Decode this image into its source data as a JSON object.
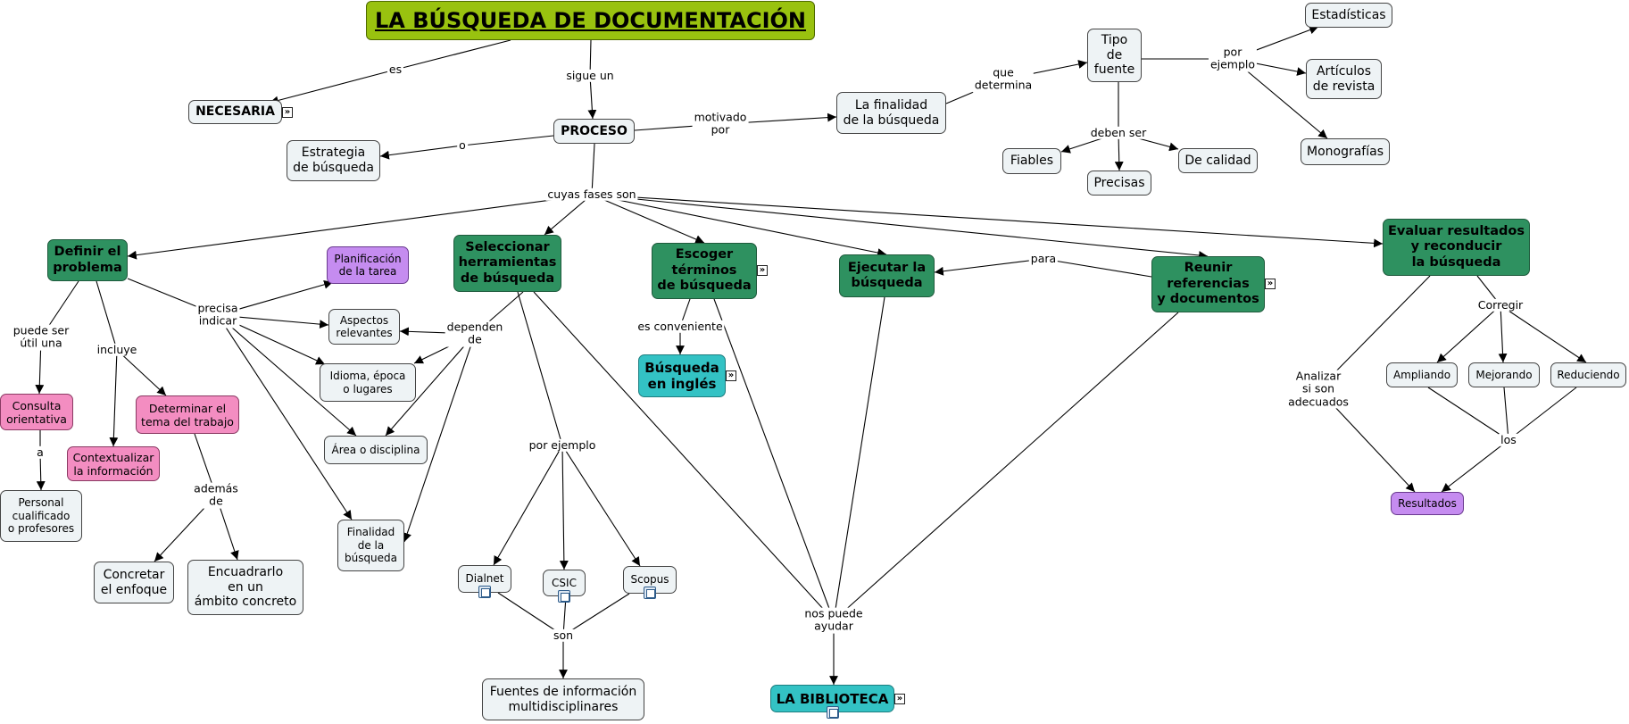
{
  "title": "LA BÚSQUEDA DE DOCUMENTACIÓN",
  "nodes": {
    "necesaria": "NECESARIA",
    "proceso": "PROCESO",
    "estrategia": "Estrategia\nde búsqueda",
    "finalidad_busqueda": "La finalidad\nde la búsqueda",
    "tipo_fuente": "Tipo\nde\nfuente",
    "estadisticas": "Estadísticas",
    "articulos": "Artículos\nde revista",
    "monografias": "Monografías",
    "fiables": "Fiables",
    "precisas": "Precisas",
    "de_calidad": "De calidad",
    "definir": "Definir el\nproblema",
    "seleccionar": "Seleccionar\nherramientas\nde búsqueda",
    "escoger": "Escoger\ntérminos\nde búsqueda",
    "ejecutar": "Ejecutar la\nbúsqueda",
    "reunir": "Reunir\nreferencias\ny documentos",
    "evaluar": "Evaluar resultados\ny reconducir\nla búsqueda",
    "planificacion": "Planificación\nde la tarea",
    "aspectos": "Aspectos\nrelevantes",
    "idioma": "Idioma, época\no lugares",
    "area": "Área o disciplina",
    "finalidad": "Finalidad\nde la\nbúsqueda",
    "consulta": "Consulta\norientativa",
    "contextualizar": "Contextualizar\nla información",
    "determinar": "Determinar el\ntema del trabajo",
    "personal": "Personal\ncualificado\no profesores",
    "concretar": "Concretar\nel enfoque",
    "encuadrarlo": "Encuadrarlo\nen un\námbito concreto",
    "busqueda_ingles": "Búsqueda\nen inglés",
    "dialnet": "Dialnet",
    "csic": "CSIC",
    "scopus": "Scopus",
    "fuentes": "Fuentes de información\nmultidisciplinares",
    "biblioteca": "LA BIBLIOTECA",
    "ampliando": "Ampliando",
    "mejorando": "Mejorando",
    "reduciendo": "Reduciendo",
    "resultados": "Resultados"
  },
  "linking_phrases": {
    "es": "es",
    "sigue_un": "sigue un",
    "motivado_por": "motivado\npor",
    "o": "o",
    "que_determina": "que\ndetermina",
    "por_ejemplo_1": "por\nejemplo",
    "deben_ser": "deben ser",
    "cuyas_fases_son": "cuyas fases son",
    "para": "para",
    "puede_ser_util_una": "puede ser\nútil una",
    "incluye": "incluye",
    "precisa_indicar": "precisa\nindicar",
    "dependen_de": "dependen\nde",
    "a": "a",
    "ademas_de": "además\nde",
    "es_conveniente": "es conveniente",
    "por_ejemplo_2": "por ejemplo",
    "son": "son",
    "nos_puede_ayudar": "nos puede\nayudar",
    "corregir": "Corregir",
    "analizar": "Analizar\nsi son\nadecuados",
    "los": "los"
  },
  "icons": {
    "expand": "expand-arrows-icon",
    "resource": "document-resource-icon"
  },
  "colors": {
    "title": "#99c20f",
    "phase": "#2e9160",
    "plain": "#eef3f5",
    "teal": "#33c2c4",
    "pink": "#f38dc1",
    "purple": "#c58cf0",
    "line": "#000000"
  }
}
